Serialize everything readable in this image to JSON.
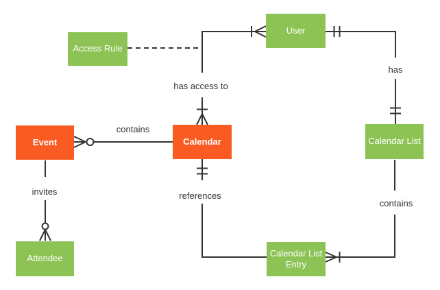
{
  "diagram": {
    "type": "entity-relationship crow's-foot diagram",
    "colors": {
      "entity_green": "#8DC355",
      "entity_orange": "#F95B22",
      "line": "#333333",
      "label_text": "#333333",
      "background": "#ffffff",
      "box_text": "#ffffff"
    },
    "entities": [
      {
        "id": "access-rule",
        "label": "Access Rule",
        "color": "green"
      },
      {
        "id": "user",
        "label": "User",
        "color": "green"
      },
      {
        "id": "event",
        "label": "Event",
        "color": "orange"
      },
      {
        "id": "calendar",
        "label": "Calendar",
        "color": "orange"
      },
      {
        "id": "calendar-list",
        "label": "Calendar List",
        "color": "green"
      },
      {
        "id": "attendee",
        "label": "Attendee",
        "color": "green"
      },
      {
        "id": "calendar-list-entry",
        "label": "Calendar List Entry",
        "color": "green"
      }
    ],
    "relationships": [
      {
        "label": "contains",
        "from": "Event",
        "to": "Calendar",
        "event_end": "zero-or-many (circle + crow's foot)",
        "calendar_end": "plain"
      },
      {
        "label": "invites",
        "from": "Event",
        "to": "Attendee",
        "attendee_end": "zero-or-many (circle + crow's foot)"
      },
      {
        "label": "has access to",
        "from": "Calendar",
        "to": "User",
        "calendar_end": "one-or-many (bar + crow's foot)",
        "user_end": "one-or-many (bar + crow's foot)"
      },
      {
        "label": "has",
        "from": "User",
        "to": "Calendar List",
        "user_end": "exactly-one (double bar)",
        "calendar_list_end": "exactly-one (double bar)"
      },
      {
        "label": "contains",
        "from": "Calendar List",
        "to": "Calendar List Entry",
        "entry_end": "one-or-many (crow's foot + bar)"
      },
      {
        "label": "references",
        "from": "Calendar",
        "to": "Calendar List Entry",
        "calendar_end": "exactly-one (double bar)",
        "entry_end": "plain"
      },
      {
        "label": "",
        "from": "Access Rule",
        "to": "Calendar–User relationship line",
        "style": "dashed"
      }
    ]
  }
}
